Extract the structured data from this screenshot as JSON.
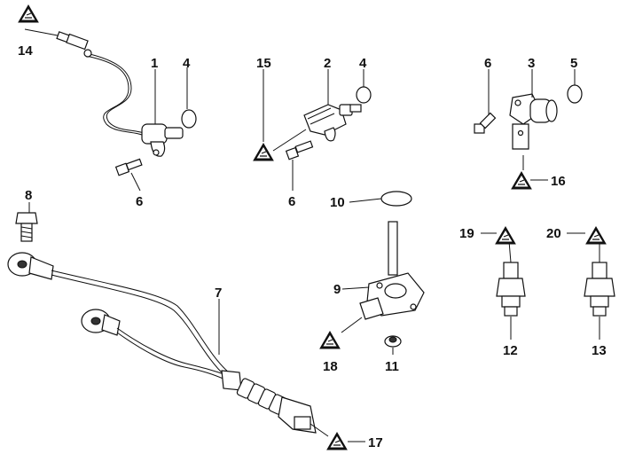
{
  "labels": {
    "l1": "1",
    "l2": "2",
    "l3": "3",
    "l4a": "4",
    "l4b": "4",
    "l5": "5",
    "l6a": "6",
    "l6b": "6",
    "l6c": "6",
    "l7": "7",
    "l8": "8",
    "l9": "9",
    "l10": "10",
    "l11": "11",
    "l12": "12",
    "l13": "13",
    "l14": "14",
    "l15": "15",
    "l16": "16",
    "l17": "17",
    "l18": "18",
    "l19": "19",
    "l20": "20"
  },
  "badge_icon": "tool-warning-triangle-icon"
}
